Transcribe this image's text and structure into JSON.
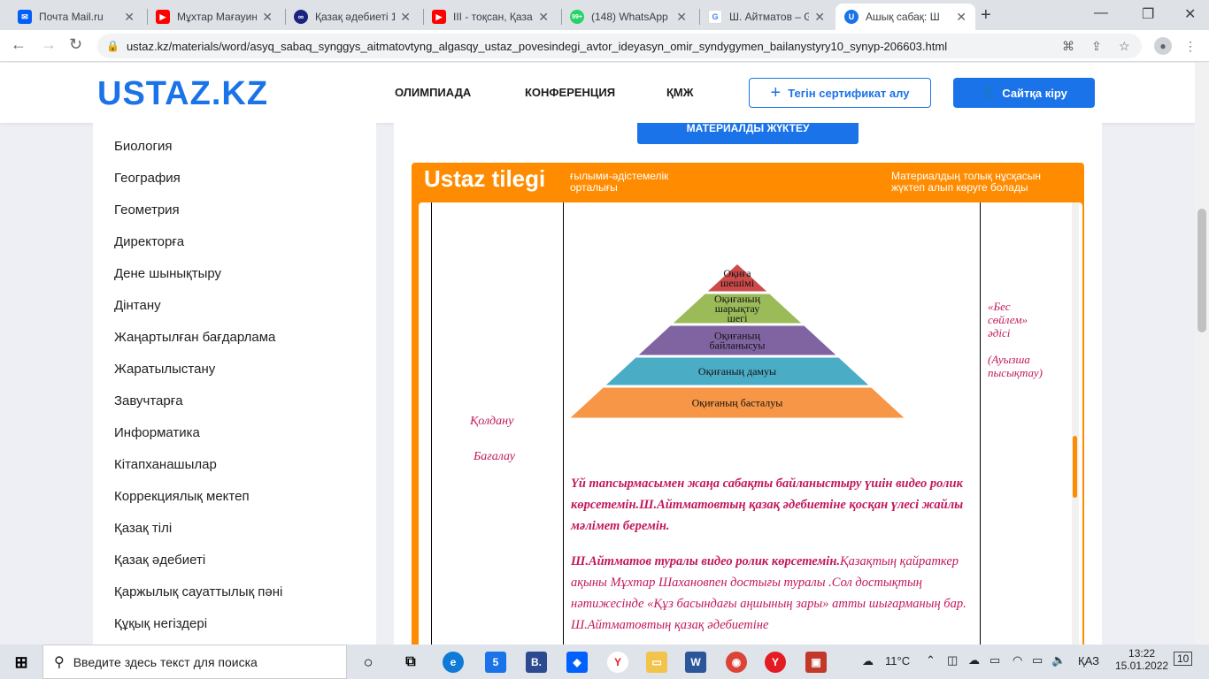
{
  "browser": {
    "tabs": [
      {
        "title": "Почта Mail.ru",
        "icon": "mail-icon",
        "color": "#005ff9",
        "active": false
      },
      {
        "title": "Мұхтар Мағауин",
        "icon": "youtube-icon",
        "color": "#ff0000",
        "active": false
      },
      {
        "title": "Қазақ әдебиеті 1",
        "icon": "globe-icon",
        "color": "#1a237e",
        "active": false
      },
      {
        "title": "III - тоқсан, Қаза",
        "icon": "youtube-icon",
        "color": "#ff0000",
        "active": false
      },
      {
        "title": "(148) WhatsApp",
        "icon": "whatsapp-icon",
        "color": "#25d366",
        "active": false
      },
      {
        "title": "Ш. Айтматов – G",
        "icon": "google-icon",
        "color": "#4285f4",
        "active": false
      },
      {
        "title": "Ашық сабақ: Ш",
        "icon": "ustaz-icon",
        "color": "#1a73e8",
        "active": true
      }
    ],
    "whatsapp_badge": "99+",
    "url": "ustaz.kz/materials/word/asyq_sabaq_synggys_aitmatovtyng_algasqy_ustaz_povesindegi_avtor_ideyasyn_omir_syndygymen_bailanystyry10_synyp-206603.html"
  },
  "site": {
    "logo_text": "USTAZ.KZ",
    "accent": "#1a73e8",
    "brand_orange": "#ff8c00",
    "nav": [
      "ОЛИМПИАДА",
      "КОНФЕРЕНЦИЯ",
      "ҚМЖ"
    ],
    "cert_button": "Тегін сертификат алу",
    "login_button": "Сайтқа кіру",
    "download_button": "МАТЕРИАЛДЫ ЖҮКТЕУ"
  },
  "sidebar": {
    "items": [
      "Биология",
      "География",
      "Геометрия",
      "Директорға",
      "Дене шынықтыру",
      "Дінтану",
      "Жаңартылған бағдарлама",
      "Жаратылыстану",
      "Завучтарға",
      "Информатика",
      "Кітапханашылар",
      "Коррекциялық мектеп",
      "Қазақ тілі",
      "Қазақ әдебиеті",
      "Қаржылық сауаттылық пәні",
      "Құқық негіздері"
    ]
  },
  "banner": {
    "brand": "Ustaz tilegi",
    "sub_line1": "ғылыми-әдістемелік",
    "sub_line2": "орталығы",
    "note_line1": "Материалдың толық нұсқасын",
    "note_line2": "жүктеп алып көруге болады"
  },
  "document": {
    "left_labels": [
      "Қолдану",
      "Бағалау"
    ],
    "right_note_1": [
      "«Бес",
      "сөйлем»",
      "әдісі"
    ],
    "right_note_2": [
      "(Ауызша",
      "пысықтау)"
    ],
    "pyramid": [
      {
        "label_lines": [
          "Оқиға",
          "шешімі"
        ],
        "color": "#cd4a4a"
      },
      {
        "label_lines": [
          "Оқиғаның",
          "шарықтау",
          "шегі"
        ],
        "color": "#9bbb59"
      },
      {
        "label_lines": [
          "Оқиғаның",
          "байланысуы"
        ],
        "color": "#8064a2"
      },
      {
        "label_lines": [
          "Оқиғаның дамуы"
        ],
        "color": "#4bacc6"
      },
      {
        "label_lines": [
          "Оқиғаның басталуы"
        ],
        "color": "#f79646"
      }
    ],
    "para1_bold": "Үй тапсырмасымен жаңа сабақты байланыстыру үшін видео ролик көрсетемін.Ш.Айтматовтың қазақ әдебиетіне қосқан үлесі жайлы мәлімет беремін.",
    "para2_bold": "Ш.Айтматов туралы видео ролик көрсетемін.",
    "para2_rest": "Қазақтың қайраткер ақыны Мұхтар Шахановпен достығы туралы .Сол достықтың нәтижесінде «Құз басындағы аңшының зары» атты шығарманың бар. Ш.Айтматовтың қазақ әдебиетіне"
  },
  "taskbar": {
    "search_placeholder": "Введите здесь текст для поиска",
    "mail_badge": "5",
    "temperature": "11°C",
    "language": "ҚАЗ",
    "time": "13:22",
    "date": "15.01.2022",
    "notifications": "10"
  }
}
